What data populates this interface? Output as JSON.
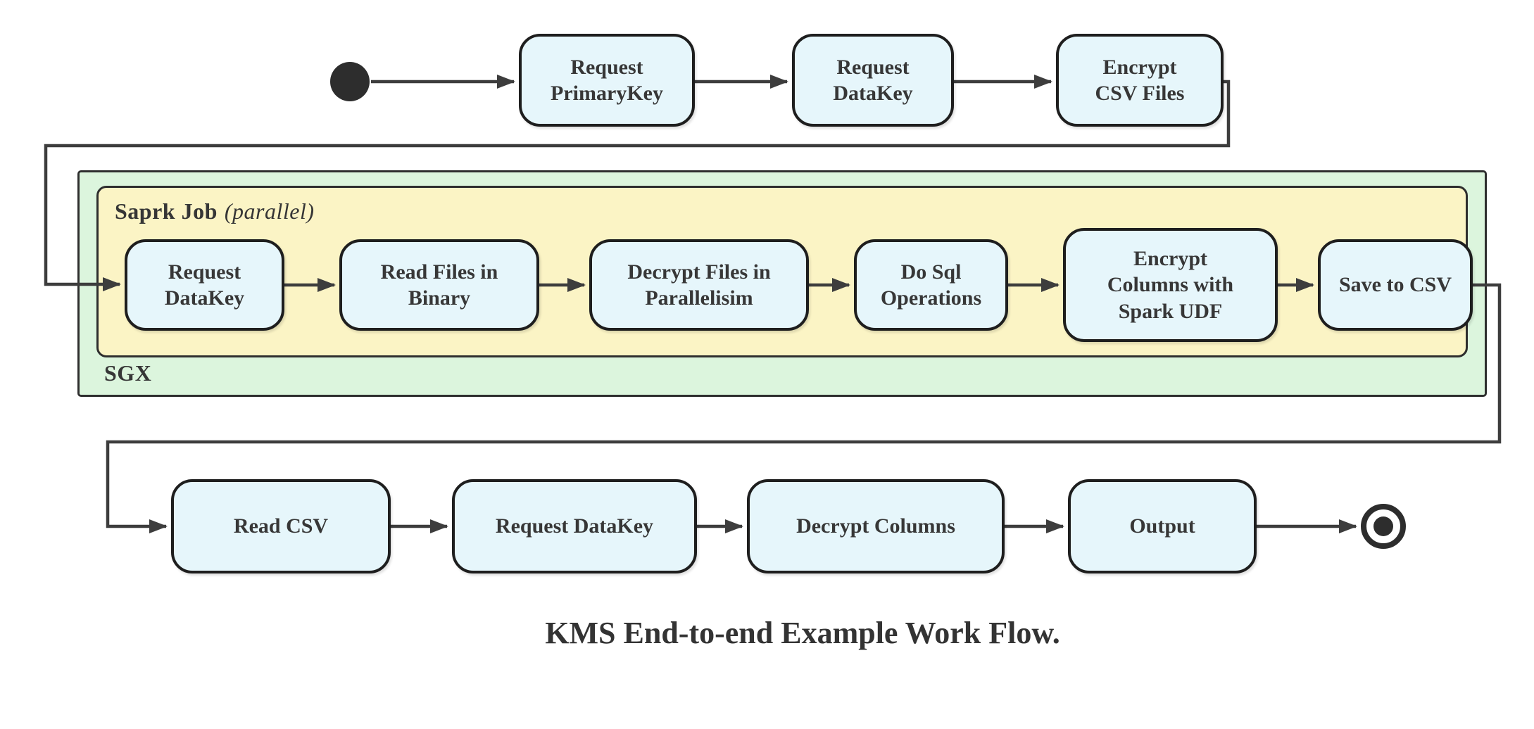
{
  "diagram": {
    "caption": "KMS End-to-end Example Work Flow.",
    "start_node": "initial-state",
    "end_node": "final-state",
    "top_row": [
      {
        "label": "Request\nPrimaryKey"
      },
      {
        "label": "Request\nDataKey"
      },
      {
        "label": "Encrypt\nCSV Files"
      }
    ],
    "sgx": {
      "label": "SGX",
      "spark_job": {
        "label": "Saprk Job",
        "label_annotation": "(parallel)",
        "nodes": [
          {
            "label": "Request\nDataKey"
          },
          {
            "label": "Read Files in\nBinary"
          },
          {
            "label": "Decrypt Files in\nParallelisim"
          },
          {
            "label": "Do Sql\nOperations"
          },
          {
            "label": "Encrypt\nColumns with\nSpark UDF"
          },
          {
            "label": "Save to CSV"
          }
        ]
      }
    },
    "bottom_row": [
      {
        "label": "Read CSV"
      },
      {
        "label": "Request DataKey"
      },
      {
        "label": "Decrypt Columns"
      },
      {
        "label": "Output"
      }
    ],
    "colors": {
      "node_fill": "#e6f6fb",
      "node_border": "#1e1e1e",
      "sgx_fill": "#dcf5dd",
      "spark_job_fill": "#fbf4c5",
      "edge": "#3d3d3d",
      "text": "#373737"
    }
  }
}
